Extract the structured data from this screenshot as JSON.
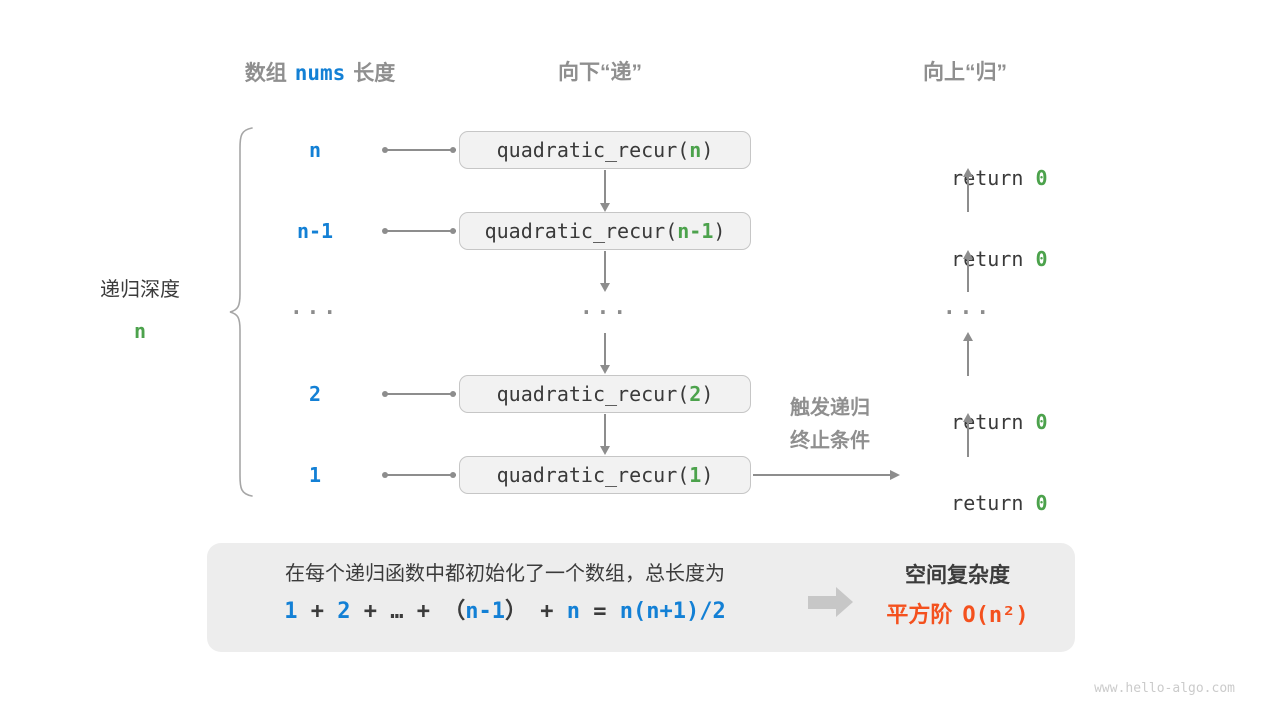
{
  "header": {
    "col1_pre": "数组",
    "col1_code": "nums",
    "col1_post": "长度",
    "col2": "向下“递”",
    "col3": "向上“归”"
  },
  "depth_caption": {
    "line1": "递归深度",
    "line2": "n"
  },
  "ellipsis": "...",
  "rows": [
    {
      "label": "n",
      "call_pre": "quadratic_recur(",
      "call_arg": "n",
      "call_post": ")",
      "ret_kw": "return ",
      "ret_val": "0"
    },
    {
      "label": "n-1",
      "call_pre": "quadratic_recur(",
      "call_arg": "n-1",
      "call_post": ")",
      "ret_kw": "return ",
      "ret_val": "0"
    },
    {
      "label": "2",
      "call_pre": "quadratic_recur(",
      "call_arg": "2",
      "call_post": ")",
      "ret_kw": "return ",
      "ret_val": "0"
    },
    {
      "label": "1",
      "call_pre": "quadratic_recur(",
      "call_arg": "1",
      "call_post": ")",
      "ret_kw": "return ",
      "ret_val": "0"
    }
  ],
  "trigger": {
    "line1": "触发递归",
    "line2": "终止条件"
  },
  "panel": {
    "line1": "在每个递归函数中都初始化了一个数组，总长度为",
    "formula_tokens": [
      {
        "t": "1",
        "c": "blue"
      },
      {
        "t": " + ",
        "c": "dark"
      },
      {
        "t": "2",
        "c": "blue"
      },
      {
        "t": " + ",
        "c": "dark"
      },
      {
        "t": "…",
        "c": "dark"
      },
      {
        "t": " + ",
        "c": "dark"
      },
      {
        "t": "（",
        "c": "dark"
      },
      {
        "t": "n-1",
        "c": "blue"
      },
      {
        "t": "）",
        "c": "dark"
      },
      {
        "t": " + ",
        "c": "dark"
      },
      {
        "t": "n",
        "c": "blue"
      },
      {
        "t": " = ",
        "c": "dark"
      },
      {
        "t": "n(n+1)/2",
        "c": "blue"
      }
    ],
    "complexity_title": "空间复杂度",
    "complexity_value_zh": "平方阶",
    "complexity_value_code": "O(n²)"
  },
  "watermark": "www.hello-algo.com",
  "colors": {
    "accent_blue": "#1380D5",
    "accent_green": "#4CA24C",
    "accent_orange": "#F4511E",
    "gray_text": "#8F8F8F",
    "dark_text": "#3B3B3B",
    "box_fill": "#F2F2F2",
    "box_border": "#C6C6C6",
    "panel_fill": "#EDEDED",
    "arrow_gray": "#8D8D8D"
  }
}
